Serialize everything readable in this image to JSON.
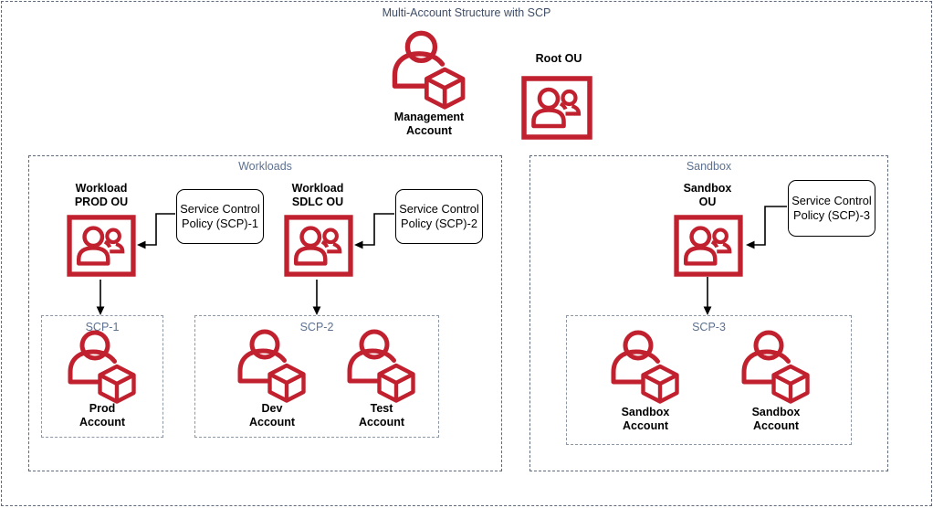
{
  "title": "Multi-Account Structure with SCP",
  "colors": {
    "accent_red": "#C1212E",
    "group_label_blue": "#5C7191",
    "title_color": "#3E4D66"
  },
  "management_account": {
    "line1": "Management",
    "line2": "Account",
    "icon": "user-with-cube-icon"
  },
  "root_ou": {
    "label": "Root OU",
    "icon": "organizational-unit-icon"
  },
  "workloads": {
    "label": "Workloads",
    "prod_ou": {
      "line1": "Workload",
      "line2": "PROD OU",
      "icon": "organizational-unit-icon"
    },
    "sdlc_ou": {
      "line1": "Workload",
      "line2": "SDLC OU",
      "icon": "organizational-unit-icon"
    },
    "scp1_policy": {
      "line1": "Service Control",
      "line2": "Policy (SCP)-1"
    },
    "scp2_policy": {
      "line1": "Service Control",
      "line2": "Policy (SCP)-2"
    },
    "scp1_group": {
      "label": "SCP-1",
      "accounts": [
        {
          "line1": "Prod",
          "line2": "Account",
          "icon": "user-with-cube-icon"
        }
      ]
    },
    "scp2_group": {
      "label": "SCP-2",
      "accounts": [
        {
          "line1": "Dev",
          "line2": "Account",
          "icon": "user-with-cube-icon"
        },
        {
          "line1": "Test",
          "line2": "Account",
          "icon": "user-with-cube-icon"
        }
      ]
    }
  },
  "sandbox": {
    "label": "Sandbox",
    "ou": {
      "line1": "Sandbox",
      "line2": "OU",
      "icon": "organizational-unit-icon"
    },
    "scp3_policy": {
      "line1": "Service Control",
      "line2": "Policy (SCP)-3"
    },
    "scp3_group": {
      "label": "SCP-3",
      "accounts": [
        {
          "line1": "Sandbox",
          "line2": "Account",
          "icon": "user-with-cube-icon"
        },
        {
          "line1": "Sandbox",
          "line2": "Account",
          "icon": "user-with-cube-icon"
        }
      ]
    }
  }
}
